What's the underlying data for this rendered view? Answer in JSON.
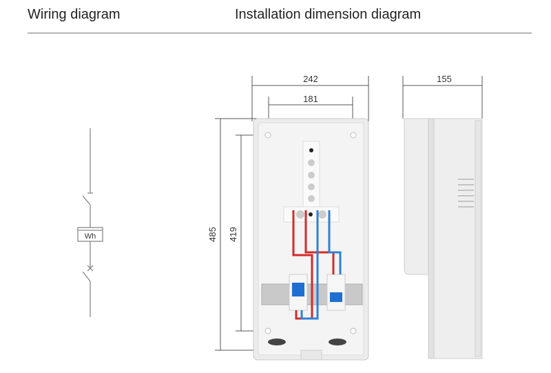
{
  "header": {
    "wiring_title": "Wiring diagram",
    "installation_title": "Installation dimension diagram"
  },
  "wiring": {
    "meter_label": "Wh"
  },
  "dimensions": {
    "width": "242",
    "hole_spacing_width": "181",
    "depth": "155",
    "height": "485",
    "hole_spacing_height": "419"
  },
  "colors": {
    "live_wire": "#d42a2a",
    "neutral_wire": "#2f7fd6",
    "breaker": "#1f6fd1"
  }
}
